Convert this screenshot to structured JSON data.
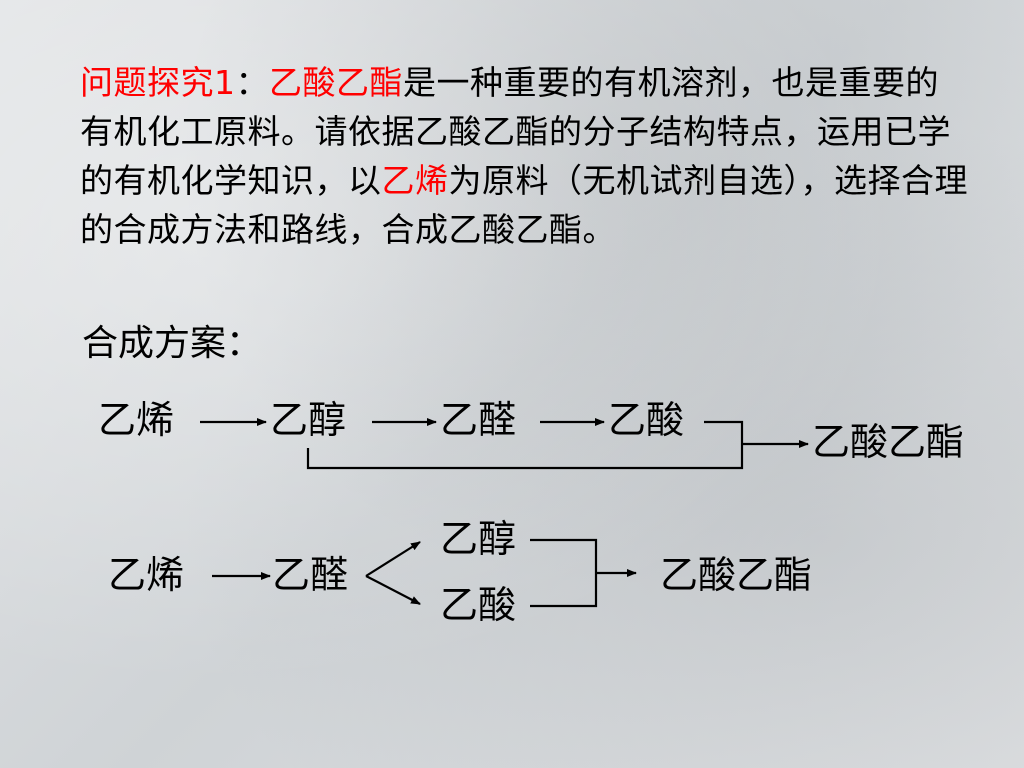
{
  "problem": {
    "label": "问题探究1",
    "colon": "：",
    "target": "乙酸乙酯",
    "text1": "是一种重要的有机溶剂，也是重要的有机化工原料。请依据乙酸乙酯的分子结构特点，运用已学的有机化学知识，以",
    "raw": "乙烯",
    "text2": "为原料（无机试剂自选），选择合理的合成方法和路线，合成乙酸乙酯。"
  },
  "plan_title": "合成方案：",
  "route1": {
    "n1": "乙烯",
    "n2": "乙醇",
    "n3": "乙醛",
    "n4": "乙酸",
    "product": "乙酸乙酯"
  },
  "route2": {
    "n1": "乙烯",
    "n2": "乙醛",
    "n3": "乙醇",
    "n4": "乙酸",
    "product": "乙酸乙酯"
  },
  "colors": {
    "highlight": "#ff0000",
    "text": "#000000"
  }
}
